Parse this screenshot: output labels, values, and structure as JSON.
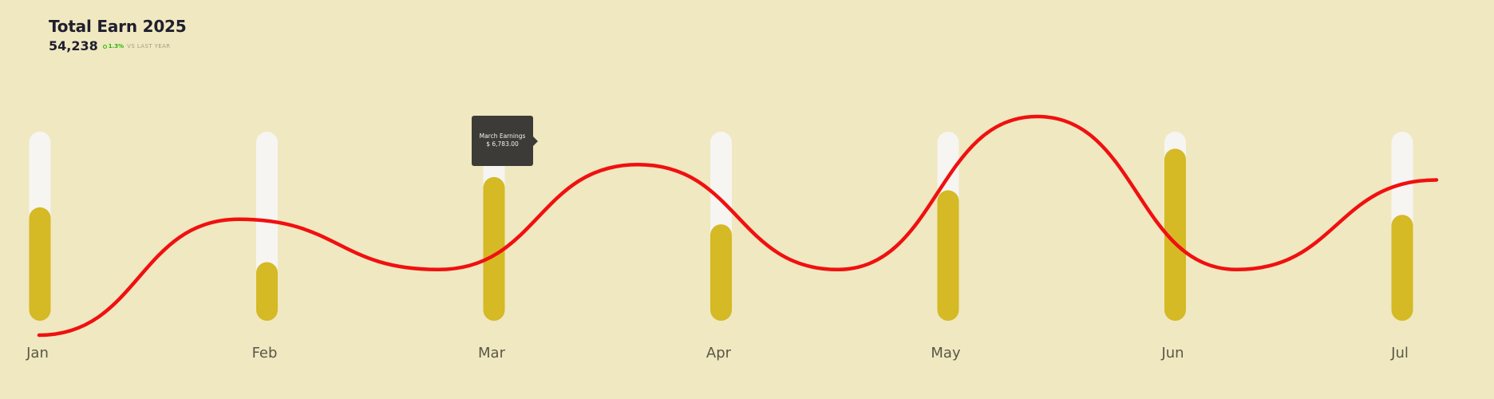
{
  "header": {
    "title": "Total Earn 2025",
    "total": "54,238",
    "delta": "1.3%",
    "vs_label": "VS LAST YEAR"
  },
  "tooltip": {
    "label": "March Earnings",
    "value": "$ 6,783.00"
  },
  "colors": {
    "background": "#f0e8c0",
    "bar_track": "#f6f5f2",
    "bar_fill": "#d5b925",
    "line": "#f01010",
    "tooltip_bg": "#3d3b37",
    "positive": "#1fb80a"
  },
  "chart_data": {
    "type": "bar",
    "categories": [
      "Jan",
      "Feb",
      "Mar",
      "Apr",
      "May",
      "Jun",
      "Jul"
    ],
    "bar_fill_fraction": [
      0.6,
      0.31,
      0.76,
      0.51,
      0.69,
      0.91,
      0.56
    ],
    "line_shape_fraction": [
      0.0,
      0.53,
      0.3,
      0.78,
      0.3,
      1.0,
      0.3,
      0.71
    ],
    "active_category": "Mar",
    "grid": false,
    "legend": "none"
  }
}
